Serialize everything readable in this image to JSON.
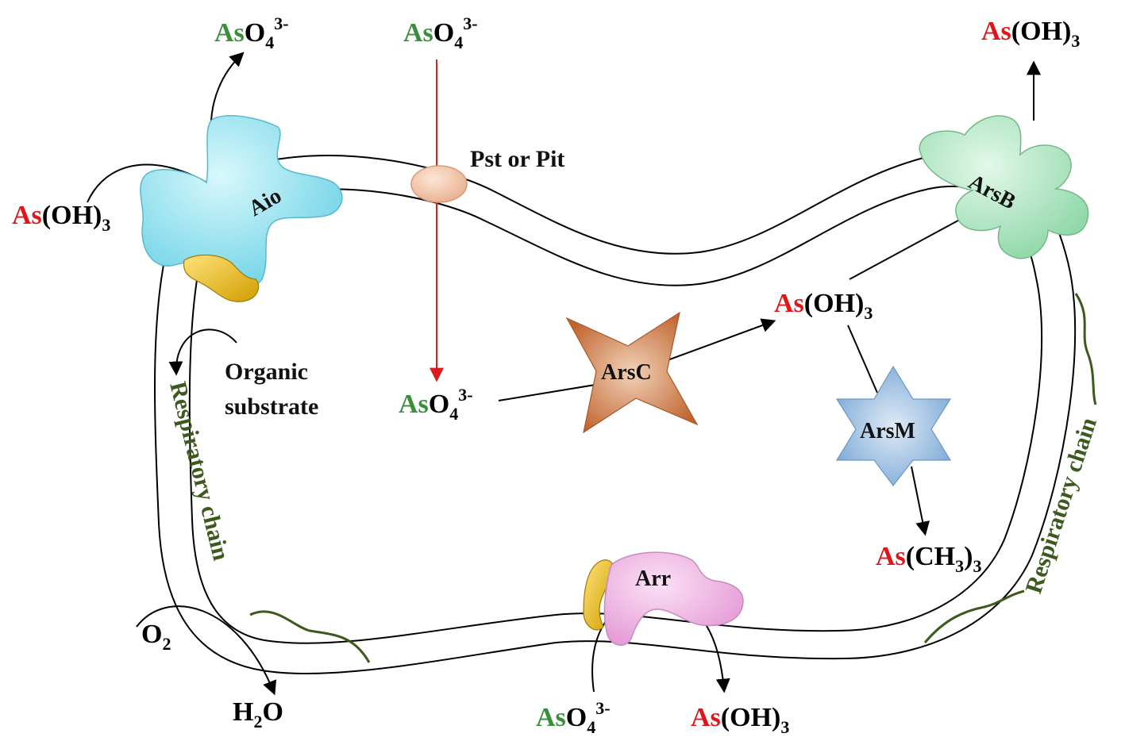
{
  "colors": {
    "arsenic_v": "#3a8f3a",
    "arsenic_iii": "#e0161b",
    "respiratory": "#3d5a1e",
    "aio": "#8ee3f0",
    "arsb": "#aee8c0",
    "arr": "#f2b5e6",
    "arsc": "#c8733c",
    "arsm": "#8fb7df",
    "transporter": "#f3c6a8",
    "cofactor": "#e6b800",
    "red_arrow": "#d81e1e"
  },
  "species": {
    "as": "As",
    "o4": "O",
    "o4_sub": "4",
    "o4_sup": "3-",
    "oh3": "(OH)",
    "oh3_sub": "3",
    "ch3_open": "(CH",
    "ch3_sub": "3",
    "ch3_close": ")",
    "ch3_sub2": "3"
  },
  "enzymes": {
    "aio": "Aio",
    "arsb": "ArsB",
    "arsc": "ArsC",
    "arsm": "ArsM",
    "arr": "Arr"
  },
  "labels": {
    "transporter": "Pst or Pit",
    "organic_line1": "Organic",
    "organic_line2": "substrate",
    "respiratory_left": "Respiratory chain",
    "respiratory_right": "Respiratory chain",
    "o2": "O",
    "o2_sub": "2",
    "h2o_h": "H",
    "h2o_sub": "2",
    "h2o_o": "O"
  },
  "icons": [
    "aio-enzyme-icon",
    "arsb-enzyme-icon",
    "arr-enzyme-icon",
    "arsc-star-icon",
    "arsm-star-icon",
    "transporter-icon"
  ]
}
